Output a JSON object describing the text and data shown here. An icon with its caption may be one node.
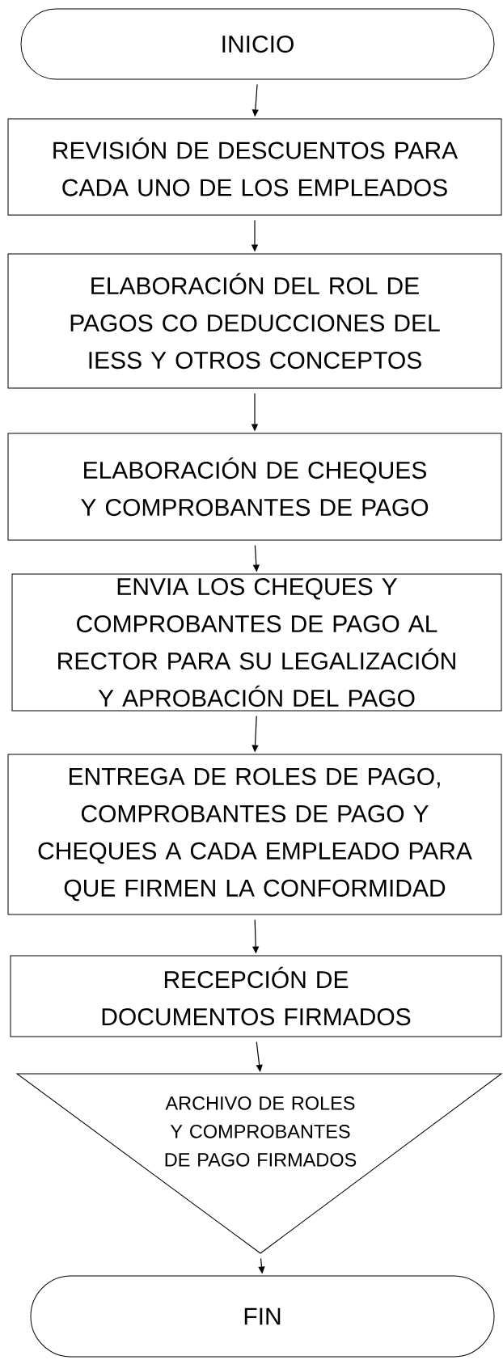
{
  "diagram": {
    "nodes": [
      {
        "text": [
          "INICIO"
        ]
      },
      {
        "text": [
          "REVISIÓN DE DESCUENTOS PARA CADA UNO DE LOS EMPLEADOS"
        ]
      },
      {
        "text": [
          "ELABORACIÓN DEL ROL DE PAGOS CO DEDUCCIONES DEL IESS Y OTROS CONCEPTOS"
        ]
      },
      {
        "text": [
          "ELABORACIÓN DE CHEQUES Y COMPROBANTES DE PAGO"
        ]
      },
      {
        "text": [
          "ENVIA LOS CHEQUES Y COMPROBANTES DE PAGO AL RECTOR PARA SU LEGALIZACIÓN Y APROBACIÓN DEL PAGO"
        ]
      },
      {
        "text": [
          "ENTREGA DE ROLES DE PAGO, COMPROBANTES DE PAGO Y CHEQUES A CADA EMPLEADO PARA QUE FIRMEN LA CONFORMIDAD"
        ]
      },
      {
        "text": [
          "RECEPCIÓN DE DOCUMENTOS FIRMADOS"
        ]
      },
      {
        "text": [
          "ARCHIVO DE ROLES Y COMPROBANTES DE PAGO FIRMADOS"
        ]
      },
      {
        "text": [
          "FIN"
        ]
      }
    ],
    "edges": [
      {
        "from": 0,
        "to": 1,
        "arrow": "to"
      },
      {
        "from": 1,
        "to": 2,
        "arrow": "to"
      },
      {
        "from": 2,
        "to": 3,
        "arrow": "to"
      },
      {
        "from": 3,
        "to": 4,
        "arrow": "to"
      },
      {
        "from": 4,
        "to": 5,
        "arrow": "to"
      },
      {
        "from": 5,
        "to": 6,
        "arrow": "to"
      },
      {
        "from": 6,
        "to": 7,
        "arrow": "to"
      },
      {
        "from": 7,
        "to": 8,
        "arrow": "to"
      }
    ]
  }
}
